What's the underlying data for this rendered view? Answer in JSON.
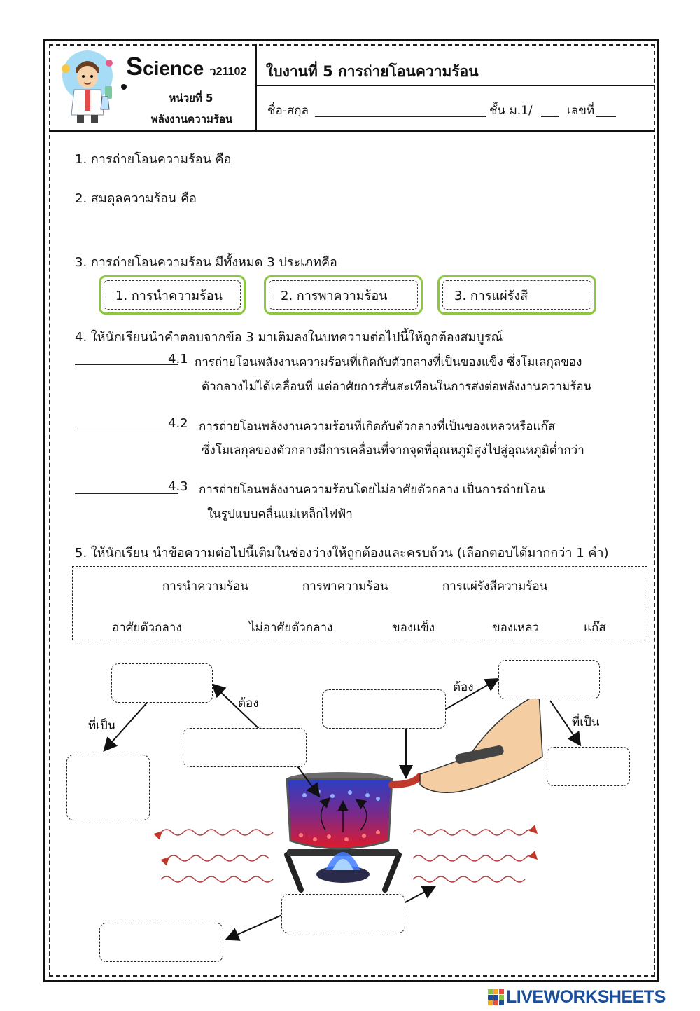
{
  "header": {
    "brand_s": "S",
    "brand_rest": "cience",
    "course_code": "ว21102",
    "unit": "หน่วยที่ 5",
    "unit_title": "พลังงานความร้อน",
    "worksheet_title": "ใบงานที่ 5 การถ่ายโอนความร้อน",
    "name_label": "ชื่อ-สกุล",
    "class_label": "ชั้น ม.1/",
    "number_label": "เลขที่"
  },
  "questions": {
    "q1": "1. การถ่ายโอนความร้อน  คือ",
    "q2": "2. สมดุลความร้อน  คือ",
    "q3": "3. การถ่ายโอนความร้อน  มีทั้งหมด  3  ประเภทคือ",
    "q3_types": [
      "1. การนำความร้อน",
      "2. การพาความร้อน",
      "3. การแผ่รังสี"
    ],
    "q4": "4. ให้นักเรียนนำคำตอบจากข้อ  3  มาเติมลงในบทความต่อไปนี้ให้ถูกต้องสมบูรณ์",
    "q4_items": [
      {
        "num": "4.1",
        "line1": "การถ่ายโอนพลังงานความร้อนที่เกิดกับตัวกลางที่เป็นของแข็ง  ซึ่งโมเลกุลของ",
        "line2": "ตัวกลางไม่ได้เคลื่อนที่  แต่อาศัยการสั่นสะเทือนในการส่งต่อพลังงานความร้อน"
      },
      {
        "num": "4.2",
        "line1": "การถ่ายโอนพลังงานความร้อนที่เกิดกับตัวกลางที่เป็นของเหลวหรือแก๊ส",
        "line2": "ซึ่งโมเลกุลของตัวกลางมีการเคลื่อนที่จากจุดที่อุณหภูมิสูงไปสู่อุณหภูมิต่ำกว่า"
      },
      {
        "num": "4.3",
        "line1": "การถ่ายโอนพลังงานความร้อนโดยไม่อาศัยตัวกลาง  เป็นการถ่ายโอน",
        "line2": "ในรูปแบบคลื่นแม่เหล็กไฟฟ้า"
      }
    ],
    "q5": "5. ให้นักเรียน  นำข้อความต่อไปนี้เติมในช่องว่างให้ถูกต้องและครบถ้วน  (เลือกตอบได้มากกว่า  1  คำ)"
  },
  "word_bank": {
    "row1": [
      "การนำความร้อน",
      "การพาความร้อน",
      "การแผ่รังสีความร้อน"
    ],
    "row2": [
      "อาศัยตัวกลาง",
      "ไม่อาศัยตัวกลาง",
      "ของแข็ง",
      "ของเหลว",
      "แก๊ส"
    ]
  },
  "diagram": {
    "label_tong_left": "ต้อง",
    "label_thipen_left": "ที่เป็น",
    "label_tong_right": "ต้อง",
    "label_thipen_right": "ที่เป็น"
  },
  "footer": {
    "logo_text": "LIVEWORKSHEETS"
  },
  "colors": {
    "accent_green": "#8dc63f",
    "logo_blue": "#1b4f9c"
  }
}
